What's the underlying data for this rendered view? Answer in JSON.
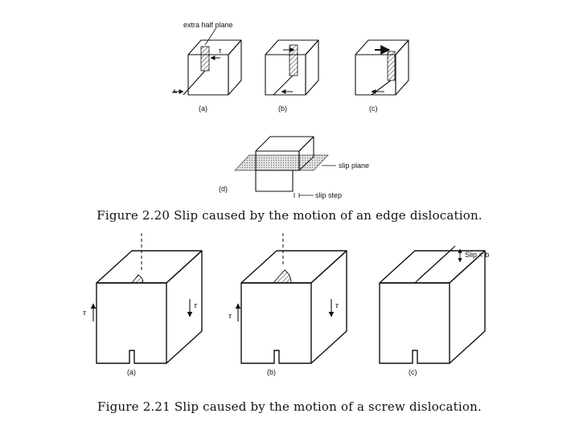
{
  "figure_2_20": {
    "callout": "extra half plane",
    "panel_labels": [
      "(a)",
      "(b)",
      "(c)",
      "(d)"
    ],
    "stress_symbol": "τ",
    "slip_plane_label": "slip plane",
    "slip_step_label": "slip step",
    "caption": "Figure 2.20 Slip caused by the motion of an edge dislocation."
  },
  "figure_2_21": {
    "panel_labels": [
      "(a)",
      "(b)",
      "(c)"
    ],
    "stress_symbol": "τ",
    "slip_label": "Slip = b",
    "caption": "Figure 2.21 Slip caused by the motion of a screw dislocation."
  }
}
